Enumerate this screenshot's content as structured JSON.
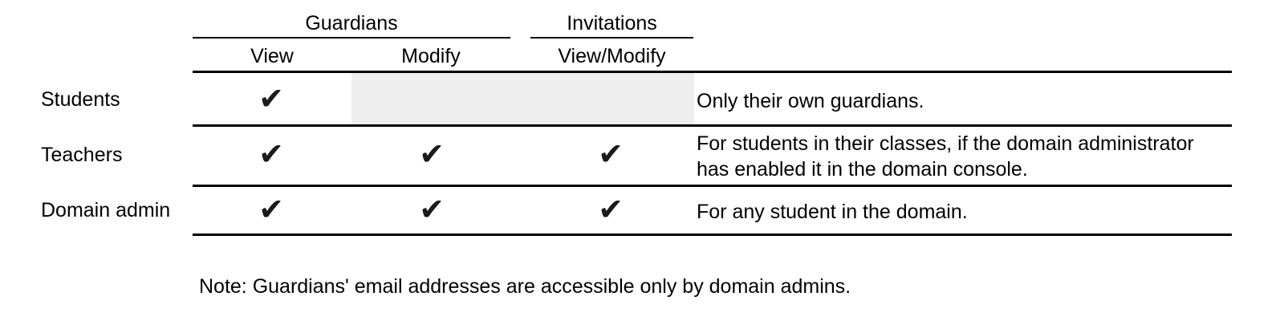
{
  "table": {
    "group_headers": [
      {
        "label": "Guardians"
      },
      {
        "label": "Invitations"
      }
    ],
    "column_headers": [
      {
        "label": "View"
      },
      {
        "label": "Modify"
      },
      {
        "label": "View/Modify"
      }
    ],
    "check_glyph": "✔",
    "shade_color": "#eeeeee",
    "rule_color": "#000000",
    "rows": [
      {
        "label": "Students",
        "guardians_view": "✔",
        "guardians_modify": "",
        "invitations_view_modify": "",
        "description": "Only their own guardians."
      },
      {
        "label": "Teachers",
        "guardians_view": "✔",
        "guardians_modify": "✔",
        "invitations_view_modify": "✔",
        "description": "For students in their classes, if the domain administrator has enabled it in the domain console."
      },
      {
        "label": "Domain admin",
        "guardians_view": "✔",
        "guardians_modify": "✔",
        "invitations_view_modify": "✔",
        "description": "For any student in the domain."
      }
    ]
  },
  "footnote": {
    "text": "Note: Guardians' email addresses are accessible only by domain admins."
  }
}
